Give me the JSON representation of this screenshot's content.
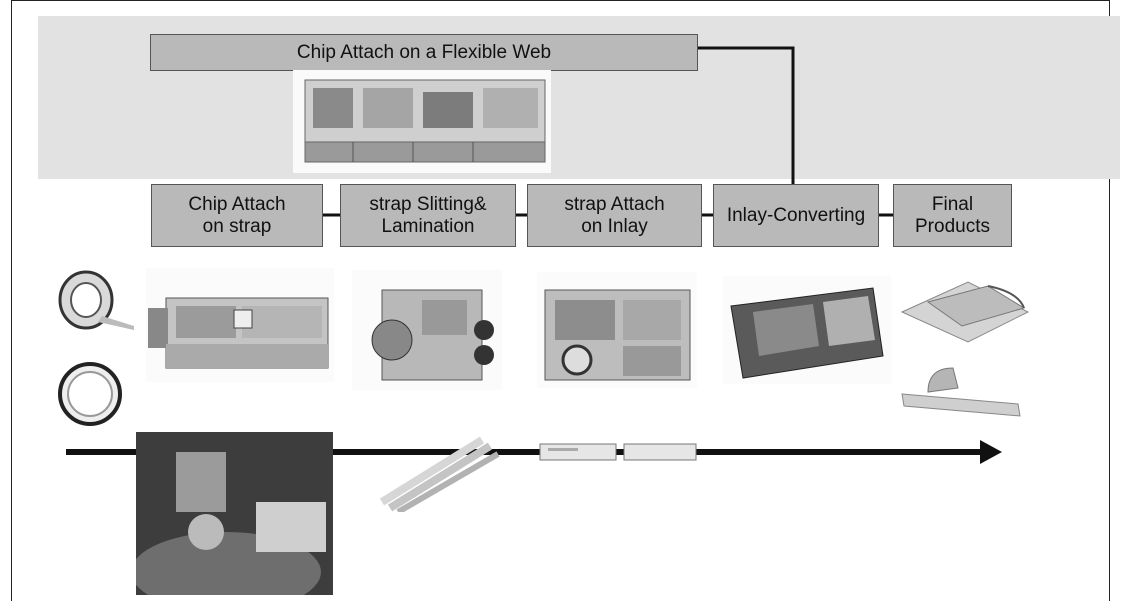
{
  "top_process": {
    "label": "Chip Attach on a Flexible Web"
  },
  "steps": [
    {
      "label_line1": "Chip Attach",
      "label_line2": "on strap"
    },
    {
      "label_line1": "strap Slitting&",
      "label_line2": "Lamination"
    },
    {
      "label_line1": "strap Attach",
      "label_line2": "on Inlay"
    },
    {
      "label_line1": "Inlay-Converting",
      "label_line2": ""
    },
    {
      "label_line1": "Final",
      "label_line2": "Products"
    }
  ],
  "colors": {
    "box_fill": "#b9b9b9",
    "band_fill": "#e2e2e2",
    "line": "#111111"
  }
}
